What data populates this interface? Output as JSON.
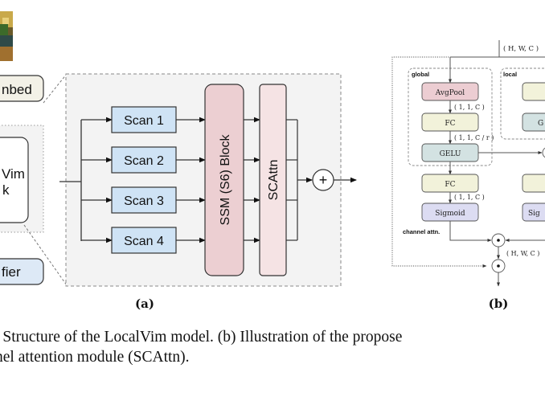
{
  "figure_a": {
    "left_blocks": {
      "embed_label": "nbed",
      "vim_block_line1": "Vim",
      "vim_block_line2": "k",
      "classifier_label": "fier"
    },
    "scans": [
      "Scan 1",
      "Scan 2",
      "Scan 3",
      "Scan 4"
    ],
    "ssm_block_label": "SSM (S6) Block",
    "scattn_label": "SCAttn",
    "sum_symbol": "+",
    "sublabel": "(a)",
    "colors": {
      "scan_fill": "#cfe3f5",
      "ssm_fill": "#eccfd2",
      "scattn_fill": "#f5e3e4",
      "embed_fill": "#f3f1e7",
      "classifier_fill": "#dde9f6",
      "panel_fill": "#f3f3f3"
    }
  },
  "figure_b": {
    "input_shape": "( H, W, C )",
    "global_label": "global",
    "local_label": "local",
    "global_nodes": {
      "avgpool": "AvgPool",
      "fc1": "FC",
      "gelu": "GELU",
      "fc2": "FC",
      "sigmoid": "Sigmoid"
    },
    "shapes": {
      "after_avgpool": "( 1, 1, C )",
      "after_fc1": "( 1, 1, C / r )",
      "after_fc2": "( 1, 1, C )",
      "after_mult": "( H, W, C )"
    },
    "local_nodes": {
      "top": "",
      "gelu_partial": "G",
      "fc_partial": "",
      "sigmoid_partial": "Sig"
    },
    "channel_attn_label": "channel attn.",
    "mult_symbol": "•",
    "sublabel": "(b)",
    "colors": {
      "avgpool_fill": "#eccdd2",
      "fc_fill": "#f2f2da",
      "gelu_fill": "#d3e2e2",
      "sigmoid_fill": "#dcdcf2"
    }
  },
  "caption": {
    "line1": ") Structure of the LocalVim model. (b) Illustration of the propose",
    "line2": "nel attention module (SCAttn)."
  }
}
